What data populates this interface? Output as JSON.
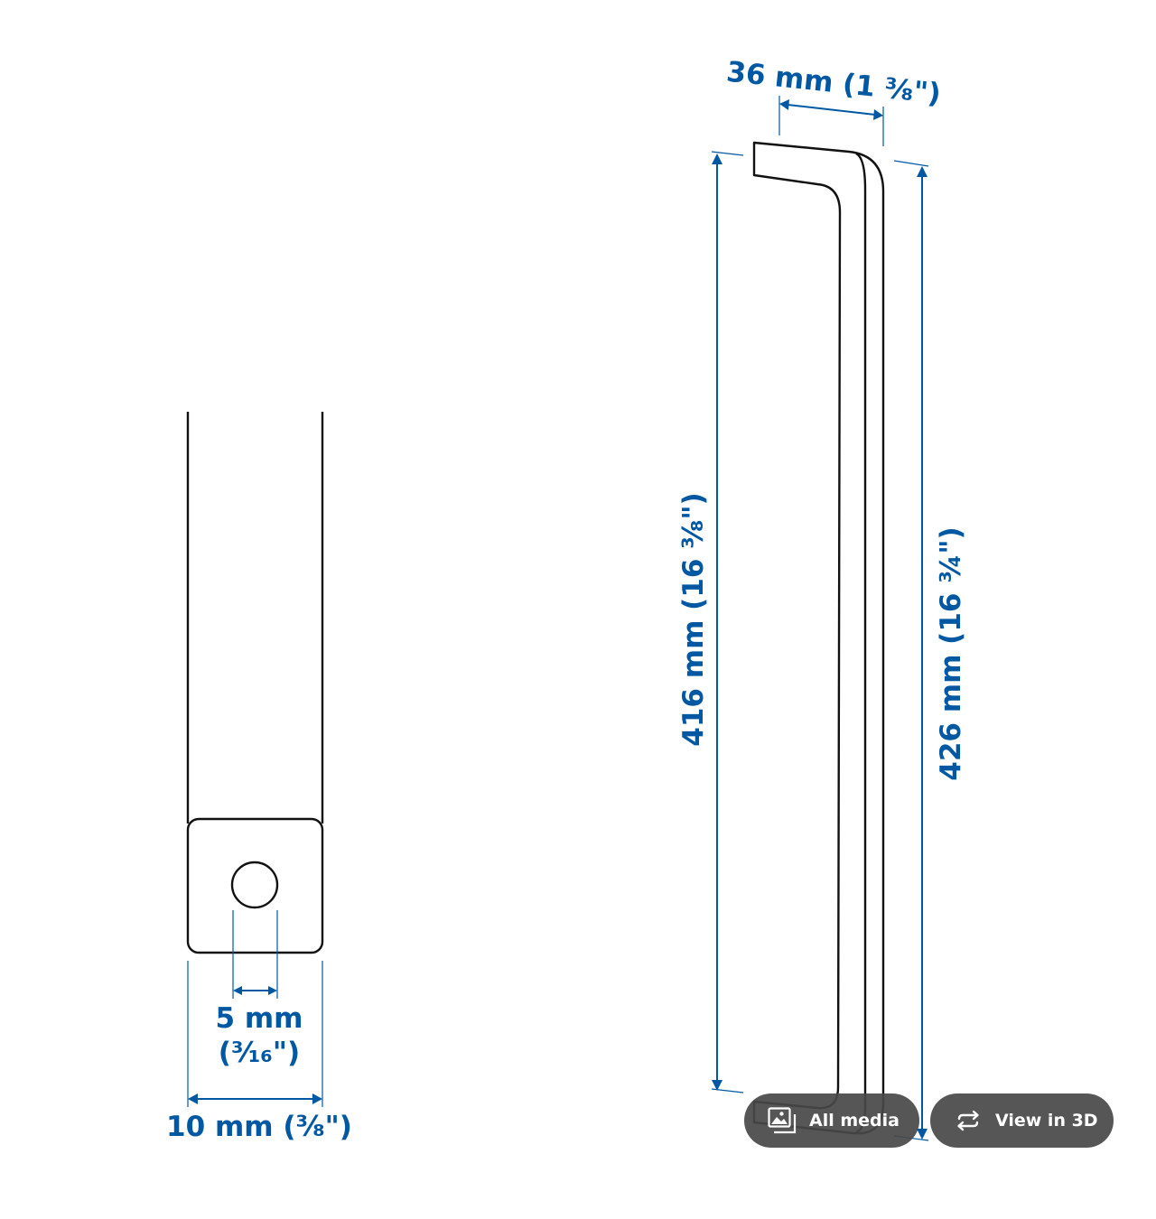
{
  "diagram": {
    "dim_hole_diameter_mm": "5 mm",
    "dim_hole_diameter_in": "(³⁄₁₆\")",
    "dim_bar_width": "10 mm (⅜\")",
    "dim_depth": "36 mm (1 ⅜\")",
    "dim_cc_length": "416 mm (16 ⅜\")",
    "dim_total_length": "426 mm (16 ¾\")"
  },
  "media_controls": {
    "all_media_label": "All media",
    "view_3d_label": "View in 3D",
    "all_media_icon": "image-gallery-icon",
    "view_3d_icon": "rotate-3d-icon"
  },
  "colors": {
    "dimension": "#0058a3",
    "button_bg": "#484848",
    "button_text": "#ffffff"
  }
}
